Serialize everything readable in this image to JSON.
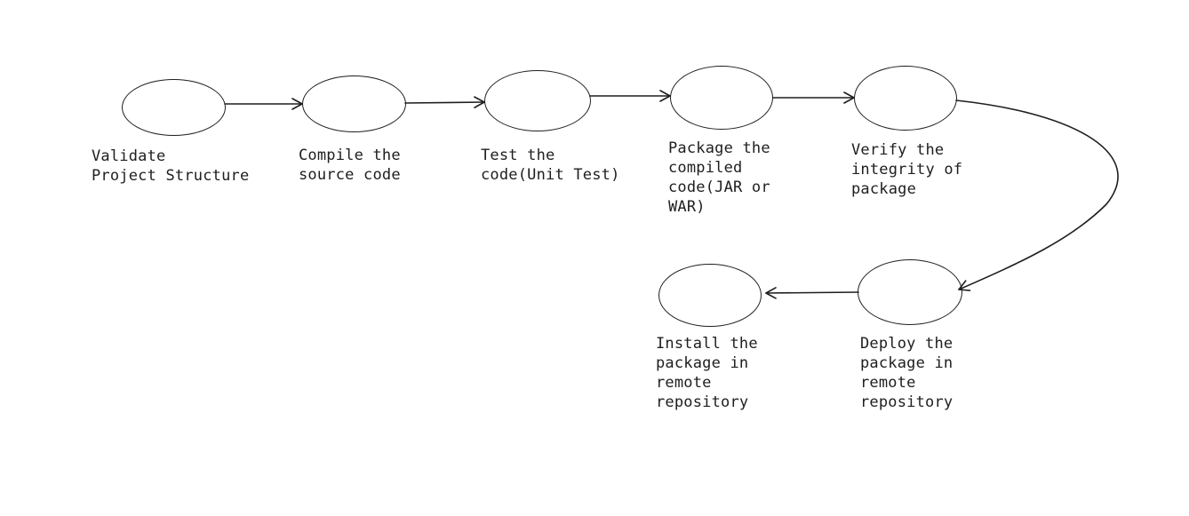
{
  "colors": {
    "stroke": "#1e1e1e",
    "background": "#ffffff"
  },
  "steps": [
    {
      "label": "Validate\nProject Structure"
    },
    {
      "label": "Compile the\nsource code"
    },
    {
      "label": "Test the\ncode(Unit Test)"
    },
    {
      "label": "Package the\ncompiled\ncode(JAR or\nWAR)"
    },
    {
      "label": "Verify the\nintegrity of\npackage"
    },
    {
      "label": "Deploy the\npackage in\nremote\nrepository"
    },
    {
      "label": "Install the\npackage in\nremote\nrepository"
    }
  ]
}
